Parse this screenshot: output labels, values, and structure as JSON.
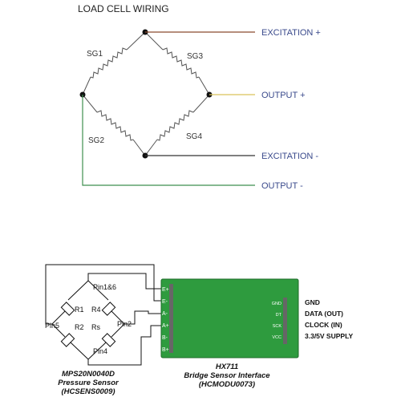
{
  "wiring": {
    "title": "LOAD CELL WIRING",
    "gauges": [
      "SG1",
      "SG3",
      "SG2",
      "SG4"
    ],
    "terminals": {
      "exc_pos": "EXCITATION +",
      "out_pos": "OUTPUT +",
      "exc_neg": "EXCITATION -",
      "out_neg": "OUTPUT -"
    },
    "wire_colors": {
      "exc_pos": "#8a4a2e",
      "out_pos": "#d9c25a",
      "exc_neg": "#333333",
      "out_neg": "#3f8f4f"
    }
  },
  "schematic": {
    "bridge": {
      "pins": {
        "top": "Pin1&6",
        "left": "Pin5",
        "right": "Pin2",
        "bottom": "Pin4"
      },
      "resistors": [
        "R1",
        "R4",
        "R2",
        "Rs"
      ]
    },
    "sensor": {
      "name": "MPS20N0040D",
      "type": "Pressure Sensor",
      "code": "(HCSENS0009)"
    },
    "module": {
      "name": "HX711",
      "type": "Bridge Sensor Interface",
      "code": "(HCMODU0073)",
      "color": "#2e9b3e",
      "left_pins": [
        "E+",
        "E-",
        "A-",
        "A+",
        "B-",
        "B+"
      ],
      "right_pins": [
        "GND",
        "DT",
        "SCK",
        "VCC"
      ],
      "right_labels": [
        "GND",
        "DATA (OUT)",
        "CLOCK (IN)",
        "3.3/5V SUPPLY"
      ]
    }
  }
}
